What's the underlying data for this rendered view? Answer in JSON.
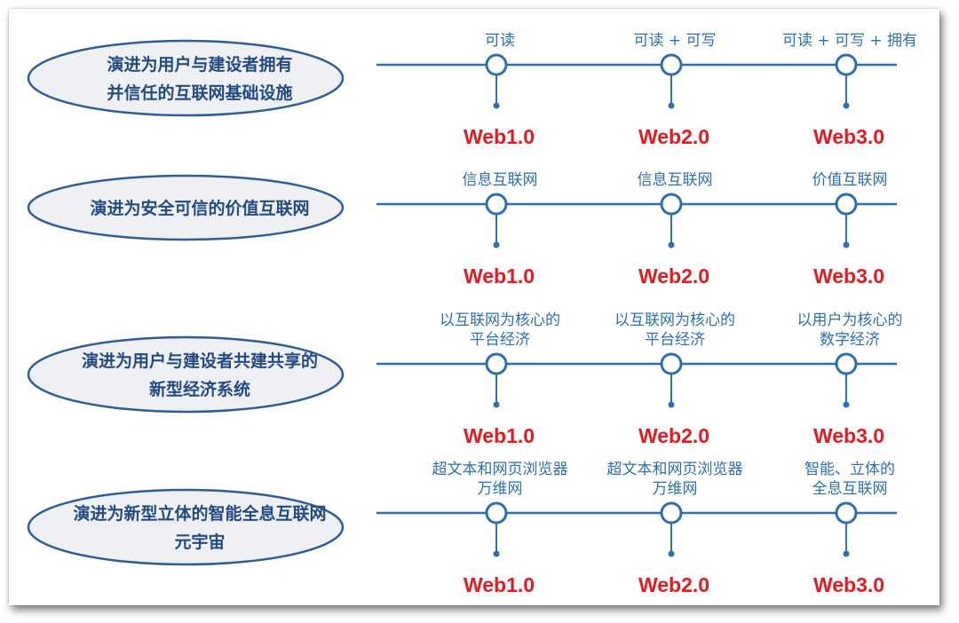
{
  "rows": [
    {
      "lines": [
        "演进为用户与建设者拥有",
        "并信任的互联网基础设施"
      ],
      "stages": [
        {
          "top": [
            "可读"
          ],
          "label": "Web1.0"
        },
        {
          "top": [
            "可读 + 可写"
          ],
          "label": "Web2.0"
        },
        {
          "top": [
            "可读 + 可写 + 拥有"
          ],
          "label": "Web3.0"
        }
      ]
    },
    {
      "lines": [
        "演进为安全可信的价值互联网"
      ],
      "stages": [
        {
          "top": [
            "信息互联网"
          ],
          "label": "Web1.0"
        },
        {
          "top": [
            "信息互联网"
          ],
          "label": "Web2.0"
        },
        {
          "top": [
            "价值互联网"
          ],
          "label": "Web3.0"
        }
      ]
    },
    {
      "lines": [
        "演进为用户与建设者共建共享的",
        "新型经济系统"
      ],
      "stages": [
        {
          "top": [
            "以互联网为核心的",
            "平台经济"
          ],
          "label": "Web1.0"
        },
        {
          "top": [
            "以互联网为核心的",
            "平台经济"
          ],
          "label": "Web2.0"
        },
        {
          "top": [
            "以用户为核心的",
            "数字经济"
          ],
          "label": "Web3.0"
        }
      ]
    },
    {
      "lines": [
        "演进为新型立体的智能全息互联网",
        "元宇宙"
      ],
      "stages": [
        {
          "top": [
            "超文本和网页浏览器",
            "万维网"
          ],
          "label": "Web1.0"
        },
        {
          "top": [
            "超文本和网页浏览器",
            "万维网"
          ],
          "label": "Web2.0"
        },
        {
          "top": [
            "智能、立体的",
            "全息互联网"
          ],
          "label": "Web3.0"
        }
      ]
    }
  ],
  "colors": {
    "ellipse_fill": "#eef0f4",
    "ellipse_stroke": "#2f5d95",
    "ellipse_text": "#244a82",
    "axis": "#2f6fad",
    "stage_text": "#2f6fad",
    "web_label": "#e8191f"
  }
}
